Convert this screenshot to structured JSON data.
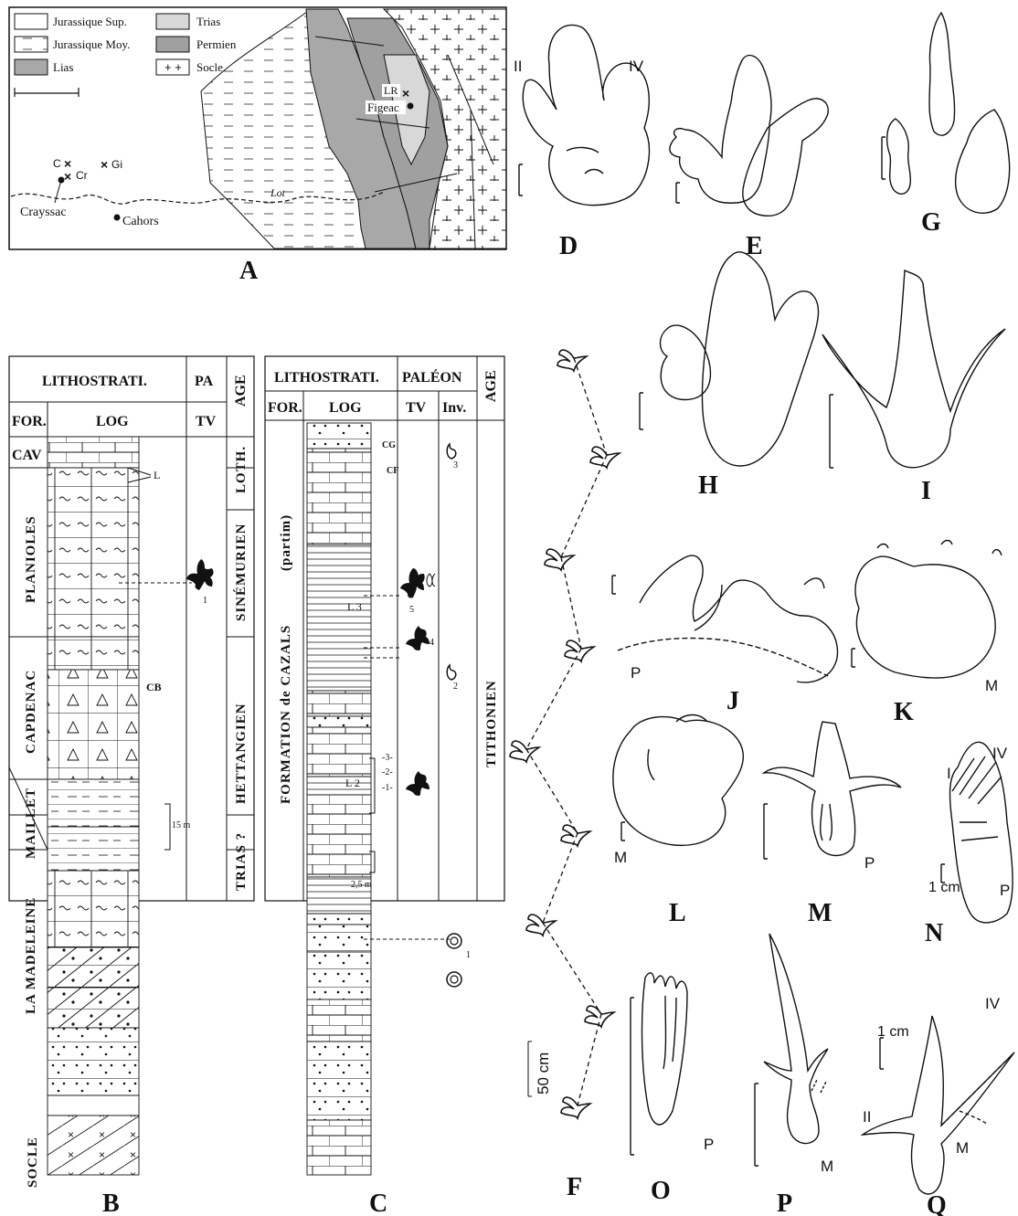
{
  "panel_letters": {
    "A": "A",
    "B": "B",
    "C": "C",
    "D": "D",
    "E": "E",
    "F": "F",
    "G": "G",
    "H": "H",
    "I": "I",
    "J": "J",
    "K": "K",
    "L": "L",
    "M": "M",
    "N": "N",
    "O": "O",
    "P": "P",
    "Q": "Q"
  },
  "map": {
    "legend": {
      "jur_sup": "Jurassique Sup.",
      "jur_moy": "Jurassique Moy.",
      "lias": "Lias",
      "trias": "Trias",
      "permien": "Permien",
      "socle": "Socle"
    },
    "localities": {
      "c": "C",
      "cr": "Cr",
      "gi": "Gi",
      "lr": "LR",
      "crayssac": "Crayssac",
      "cahors": "Cahors",
      "figeac": "Figeac",
      "lot": "Lot"
    }
  },
  "log_b": {
    "header_lithostrati": "LITHOSTRATI.",
    "header_pa": "PA",
    "header_for": "FOR.",
    "header_log": "LOG",
    "header_tv": "TV",
    "header_age": "AGE",
    "formations": {
      "cav": "CAV",
      "planioles": "PLANIOLES",
      "capdenac": "CAPDENAC",
      "maillet": "MAILLET",
      "la_madeleine": "LA MADELEINE",
      "socle": "SOCLE"
    },
    "ages": {
      "loth": "LOTH.",
      "sinemurien": "SINÉMURIEN",
      "hettangien": "HETTANGIEN",
      "trias": "TRIAS ?"
    },
    "labels": {
      "l": "L",
      "cb": "CB",
      "scale": "15 m",
      "tv1": "1"
    }
  },
  "log_c": {
    "header_lithostrati": "LITHOSTRATI.",
    "header_paleon": "PALÉON",
    "header_for": "FOR.",
    "header_log": "LOG",
    "header_tv": "TV",
    "header_inv": "Inv.",
    "header_age": "AGE",
    "formation": "FORMATION de CAZALS",
    "partim": "(partim)",
    "age": "TITHONIEN",
    "labels": {
      "cg": "CG",
      "cf": "CF",
      "l3": "L 3",
      "l2": "L 2",
      "scale": "2,5 m",
      "n1": "1",
      "n2": "2",
      "n3": "3",
      "n4": "4",
      "n5": "5",
      "b1": "-1-",
      "b2": "-2-",
      "b3": "-3-"
    }
  },
  "track_labels": {
    "d_ii": "II",
    "d_iv": "IV",
    "j_p": "P",
    "k_m": "M",
    "l_m": "M",
    "m_p": "P",
    "n_i": "I",
    "n_iv": "IV",
    "n_cm": "1 cm",
    "n_p": "P",
    "o_p": "P",
    "p_m": "M",
    "q_cm": "1 cm",
    "q_iv": "IV",
    "q_ii": "II",
    "q_m": "M",
    "f_scale": "50 cm"
  },
  "colors": {
    "lias_gray": "#a8a8a8",
    "trias_gray": "#d8d8d8",
    "permien_gray": "#a0a0a0",
    "ink": "#111111"
  }
}
